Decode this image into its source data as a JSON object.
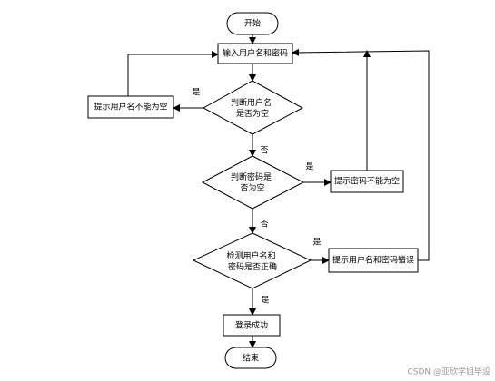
{
  "diagram": {
    "nodes": {
      "start": "开始",
      "input": "输入用户名和密码",
      "check_user": [
        "判断用户名",
        "是否为空"
      ],
      "user_empty": "提示用户名不能为空",
      "check_pwd": [
        "判断密码是",
        "否为空"
      ],
      "pwd_empty": "提示密码不能为空",
      "verify": [
        "检测用户名和",
        "密码是否正确"
      ],
      "wrong": "提示用户名和密码错误",
      "success": "登录成功",
      "end": "结束"
    },
    "labels": {
      "yes": "是",
      "no": "否"
    }
  },
  "watermark": "CSDN @亚欣学姐毕设"
}
